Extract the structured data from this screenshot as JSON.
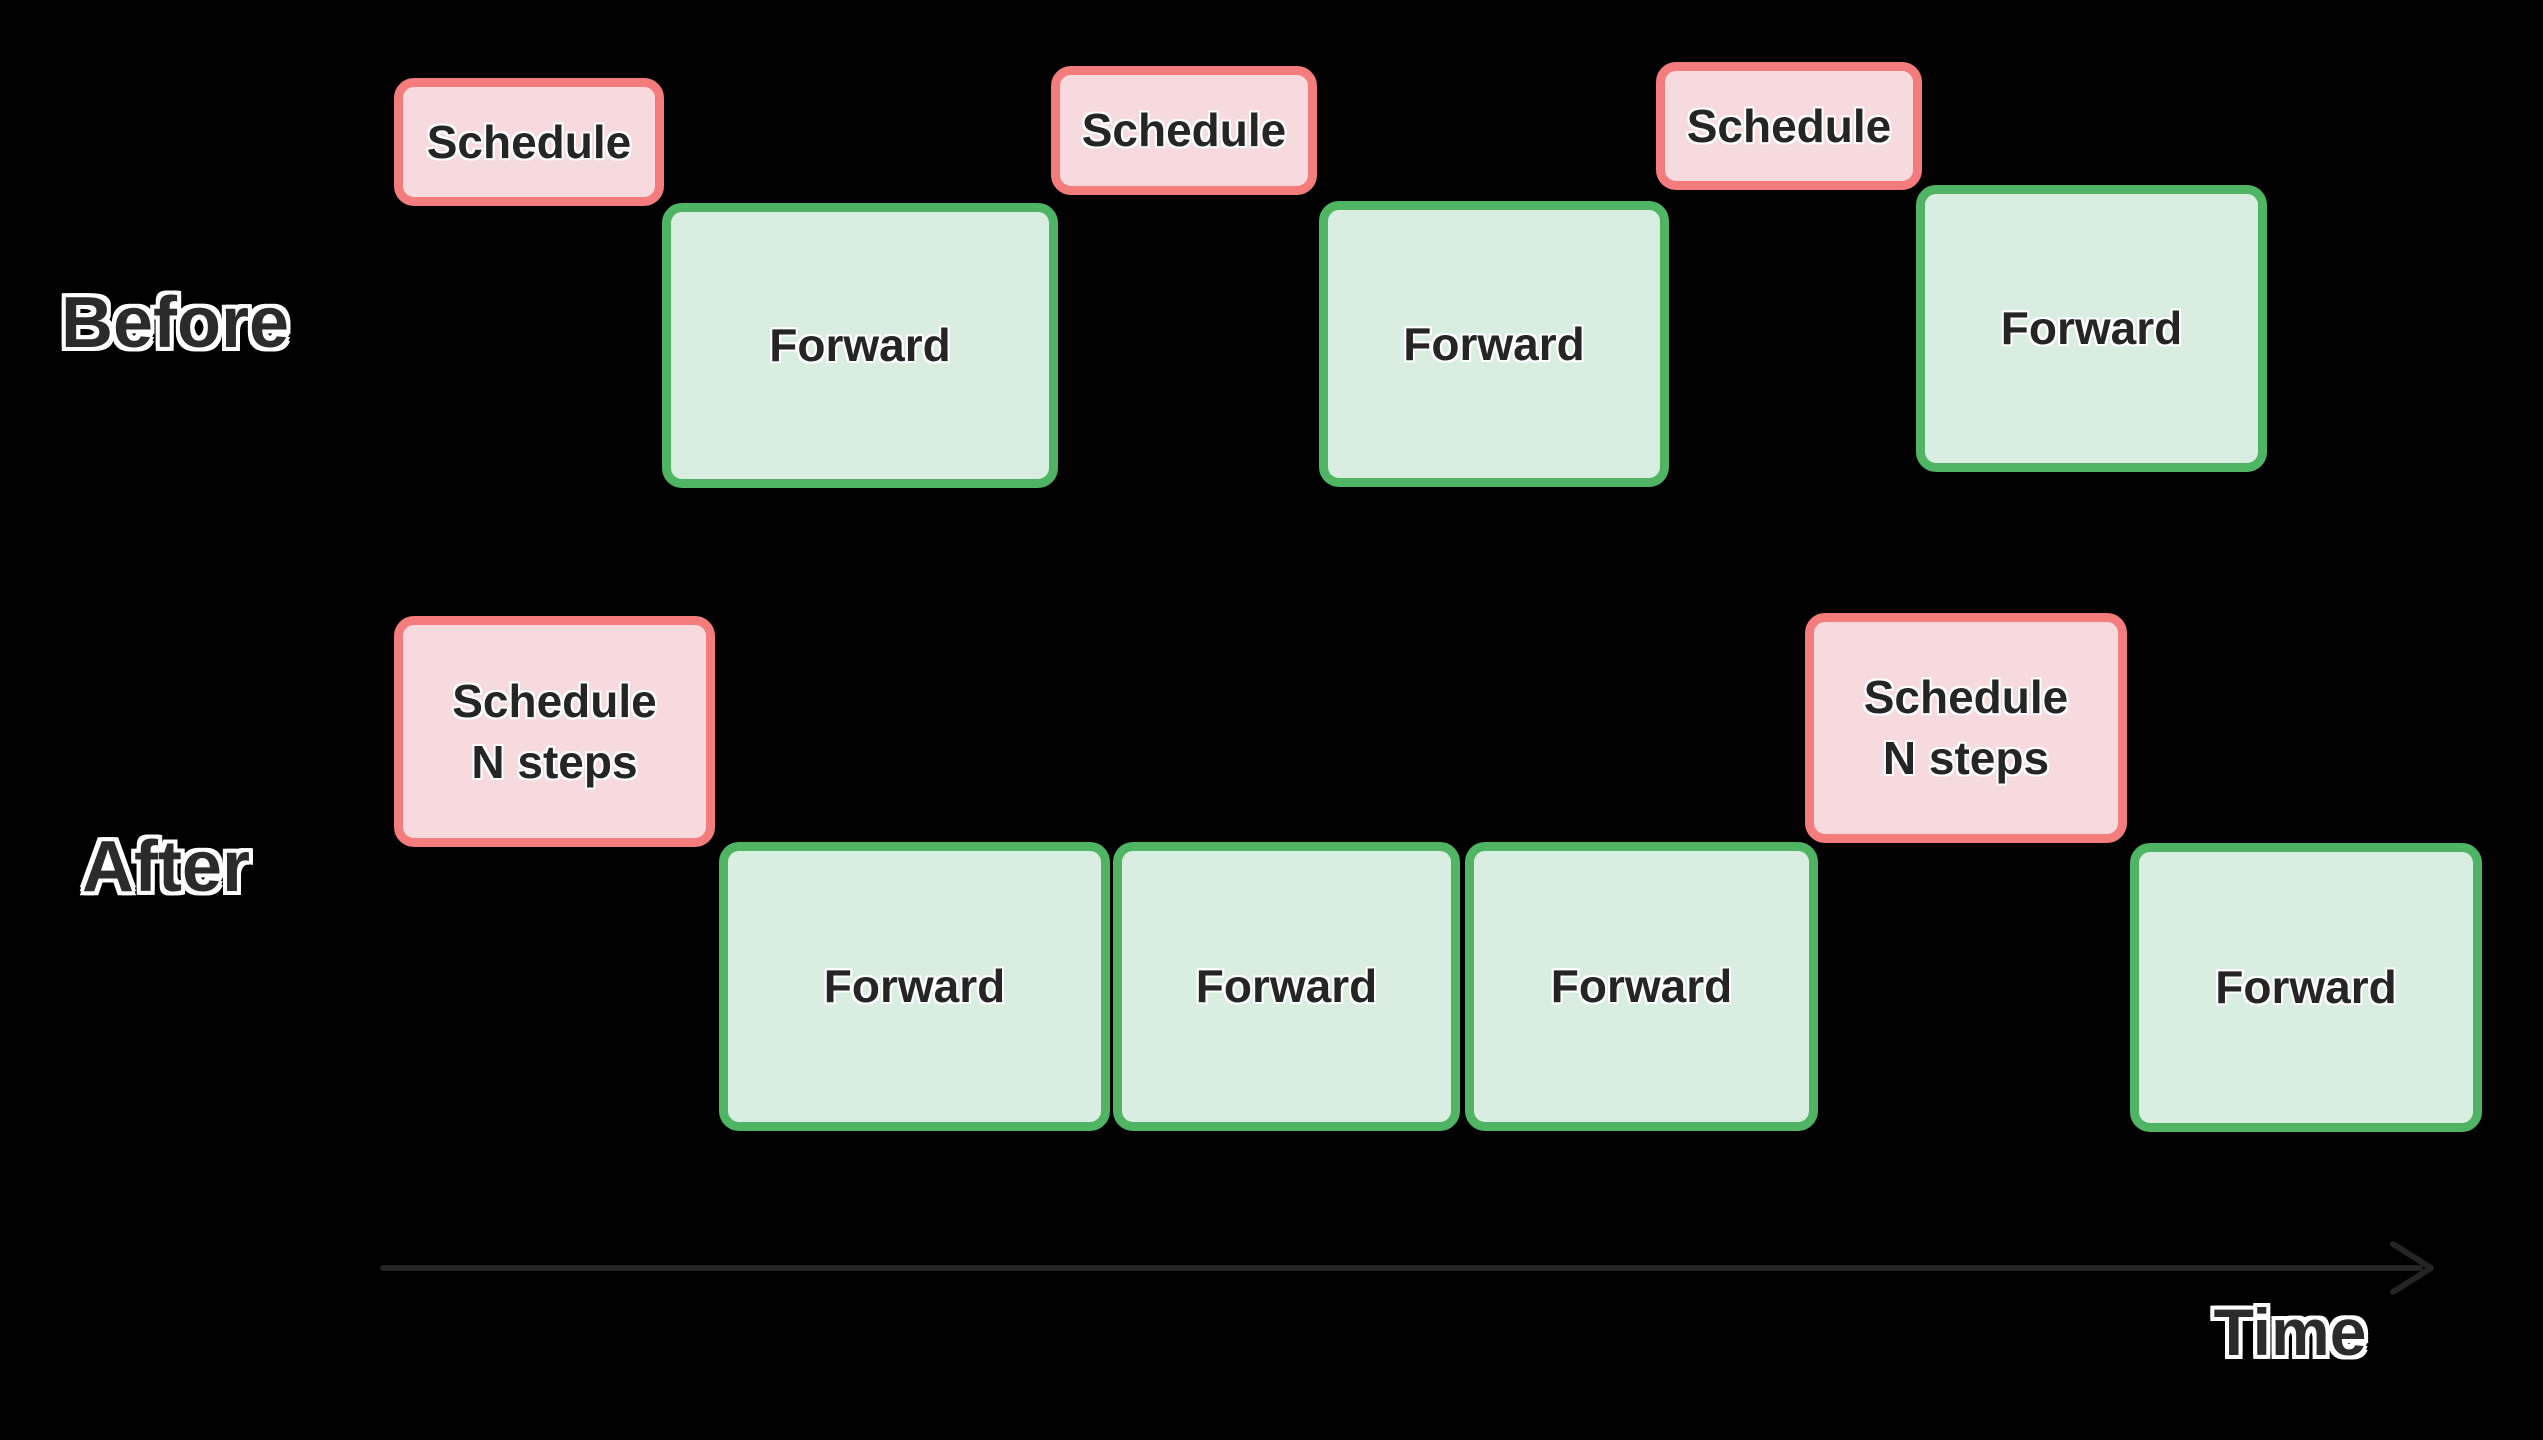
{
  "diagram_title": "Scheduling before vs after (one schedule per step vs schedule N steps)",
  "palette": {
    "background": "#000000",
    "schedule_fill": "#f7dadd",
    "schedule_border": "#f57c7d",
    "forward_fill": "#d9eee0",
    "forward_border": "#4fb463",
    "box_text": "#252525",
    "label_text": "#2b2b2b",
    "label_outline": "#ffffff",
    "axis_color": "#242424"
  },
  "before": {
    "label": "Before",
    "schedules": [
      {
        "label": "Schedule"
      },
      {
        "label": "Schedule"
      },
      {
        "label": "Schedule"
      }
    ],
    "forwards": [
      {
        "label": "Forward"
      },
      {
        "label": "Forward"
      },
      {
        "label": "Forward"
      }
    ]
  },
  "after": {
    "label": "After",
    "schedules": [
      {
        "label": "Schedule\nN steps"
      },
      {
        "label": "Schedule\nN steps"
      }
    ],
    "forwards": [
      {
        "label": "Forward"
      },
      {
        "label": "Forward"
      },
      {
        "label": "Forward"
      },
      {
        "label": "Forward"
      }
    ]
  },
  "axis": {
    "label": "Time"
  }
}
